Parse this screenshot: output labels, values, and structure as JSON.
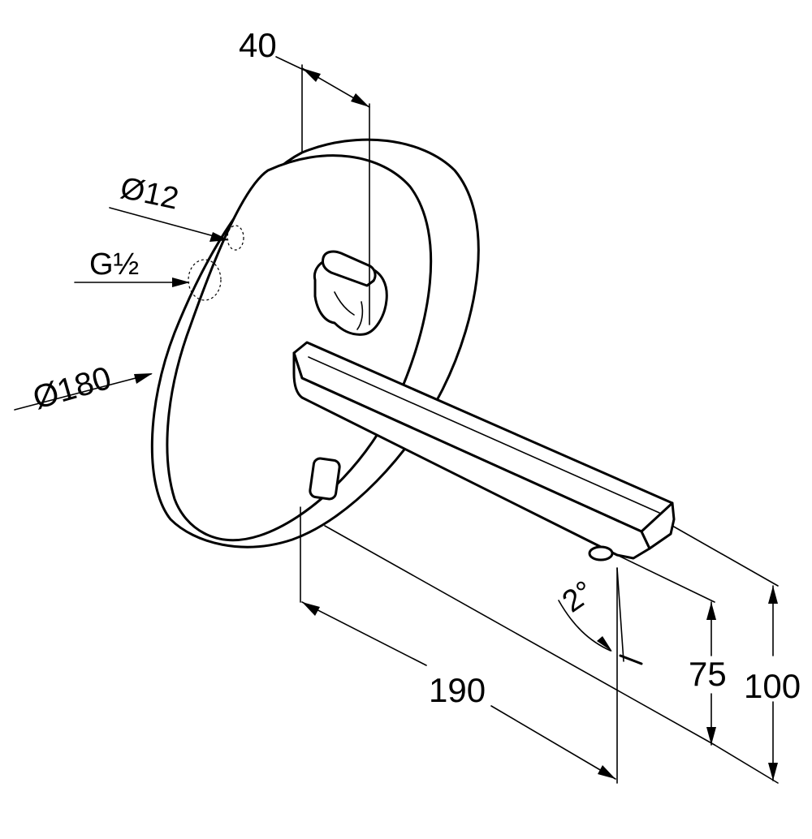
{
  "dimensions": {
    "depth_rosette": "40",
    "hole_small_diameter": "Ø12",
    "thread": "G½",
    "rosette_diameter": "Ø180",
    "spout_length": "190",
    "outlet_height": "75",
    "spout_top_height": "100",
    "outlet_angle": "2°"
  },
  "colors": {
    "line": "#000000",
    "background": "#ffffff"
  }
}
